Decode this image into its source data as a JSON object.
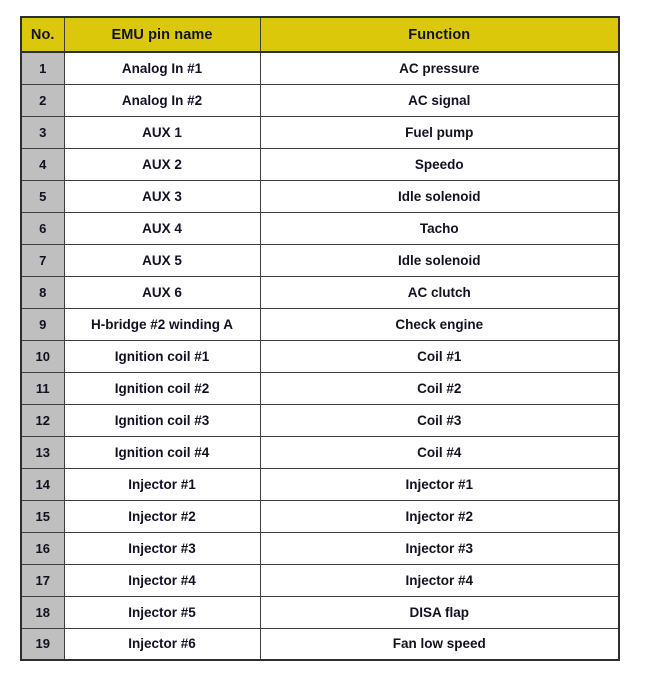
{
  "table": {
    "name": "emu-pinout-table",
    "colors": {
      "header_background": "#dcc80a",
      "header_text": "#111122",
      "index_cell_background": "#bfbfbf",
      "cell_background": "#ffffff",
      "border": "#3f3f3f",
      "outer_border": "#2e2e2e",
      "text": "#111122"
    },
    "columns": [
      {
        "key": "no",
        "label": "No."
      },
      {
        "key": "pin",
        "label": "EMU pin name"
      },
      {
        "key": "function",
        "label": "Function"
      }
    ],
    "rows": [
      {
        "no": "1",
        "pin": "Analog In #1",
        "function": "AC pressure"
      },
      {
        "no": "2",
        "pin": "Analog In #2",
        "function": "AC signal"
      },
      {
        "no": "3",
        "pin": "AUX 1",
        "function": "Fuel pump"
      },
      {
        "no": "4",
        "pin": "AUX 2",
        "function": "Speedo"
      },
      {
        "no": "5",
        "pin": "AUX 3",
        "function": "Idle solenoid"
      },
      {
        "no": "6",
        "pin": "AUX 4",
        "function": "Tacho"
      },
      {
        "no": "7",
        "pin": "AUX 5",
        "function": "Idle solenoid"
      },
      {
        "no": "8",
        "pin": "AUX 6",
        "function": "AC clutch"
      },
      {
        "no": "9",
        "pin": "H-bridge #2 winding A",
        "function": "Check engine"
      },
      {
        "no": "10",
        "pin": "Ignition coil #1",
        "function": "Coil #1"
      },
      {
        "no": "11",
        "pin": "Ignition coil #2",
        "function": "Coil #2"
      },
      {
        "no": "12",
        "pin": "Ignition coil #3",
        "function": "Coil #3"
      },
      {
        "no": "13",
        "pin": "Ignition coil #4",
        "function": "Coil #4"
      },
      {
        "no": "14",
        "pin": "Injector #1",
        "function": "Injector #1"
      },
      {
        "no": "15",
        "pin": "Injector #2",
        "function": "Injector #2"
      },
      {
        "no": "16",
        "pin": "Injector #3",
        "function": "Injector #3"
      },
      {
        "no": "17",
        "pin": "Injector #4",
        "function": "Injector #4"
      },
      {
        "no": "18",
        "pin": "Injector #5",
        "function": "DISA flap"
      },
      {
        "no": "19",
        "pin": "Injector #6",
        "function": "Fan low speed"
      }
    ]
  }
}
